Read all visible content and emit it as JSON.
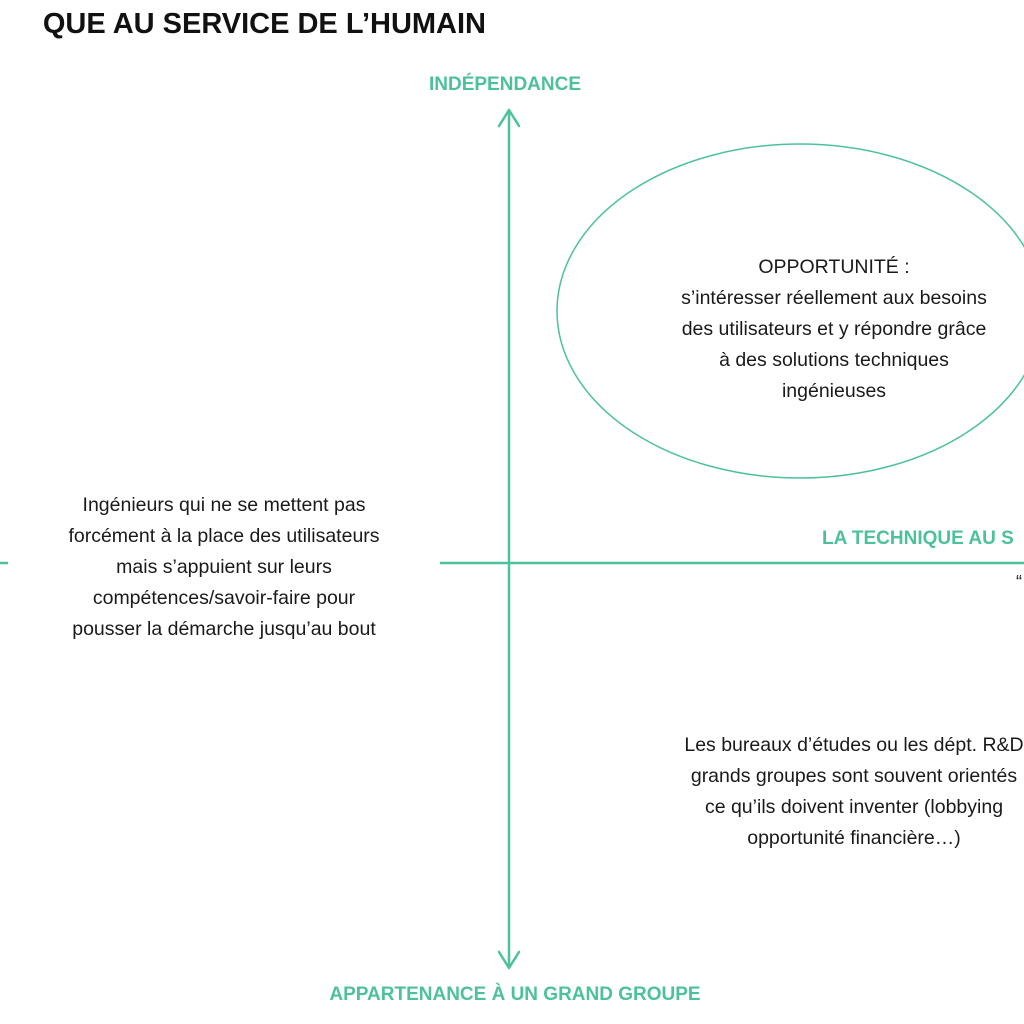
{
  "title": "QUE AU SERVICE DE L’HUMAIN",
  "axes": {
    "top_label": "INDÉPENDANCE",
    "bottom_label": "APPARTENANCE À UN GRAND GROUPE",
    "right_label": "LA TECHNIQUE AU S",
    "right_fragment": "“"
  },
  "colors": {
    "accent": "#4dc19a",
    "text": "#1a1a1a"
  },
  "quadrants": {
    "left": {
      "lines": [
        "Ingénieurs qui ne se mettent pas",
        "forcément à la place des utilisateurs",
        "mais s’appuient sur leurs",
        "compétences/savoir-faire pour",
        "pousser la démarche jusqu’au bout"
      ]
    },
    "opportunity": {
      "lines": [
        "OPPORTUNITÉ :",
        "s’intéresser réellement aux besoins",
        "des utilisateurs et y répondre grâce",
        "à des solutions techniques",
        "ingénieuses"
      ]
    },
    "bottom_right": {
      "lines": [
        "Les bureaux d’études ou les dépt. R&D",
        "grands groupes sont souvent orientés",
        "ce qu’ils doivent inventer (lobbying",
        "opportunité financière…)"
      ]
    }
  }
}
